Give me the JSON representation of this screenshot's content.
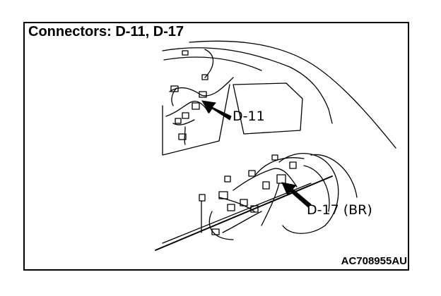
{
  "diagram": {
    "title": "Connectors: D-11, D-17",
    "callouts": [
      {
        "id": "d11",
        "label": "D-11"
      },
      {
        "id": "d17",
        "label": "D-17 (BR)"
      }
    ],
    "figure_code": "AC708955AU",
    "colors": {
      "line": "#000000",
      "background": "#ffffff"
    }
  }
}
